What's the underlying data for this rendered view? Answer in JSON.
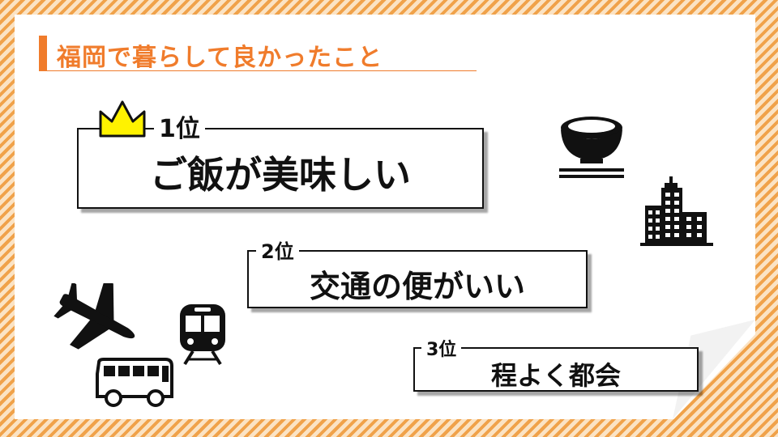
{
  "slide": {
    "title": "福岡で暮らして良かったこと",
    "colors": {
      "accent": "#f07c2c",
      "stripe_light": "#fbe3c4",
      "crown": "#fff200"
    },
    "ranks": [
      {
        "rank_label": "1位",
        "text": "ご飯が美味しい",
        "icon": "crown-icon"
      },
      {
        "rank_label": "2位",
        "text": "交通の便がいい"
      },
      {
        "rank_label": "3位",
        "text": "程よく都会"
      }
    ],
    "decorative_icons": [
      "rice-bowl-icon",
      "buildings-icon",
      "airplane-icon",
      "train-icon",
      "bus-icon"
    ]
  }
}
